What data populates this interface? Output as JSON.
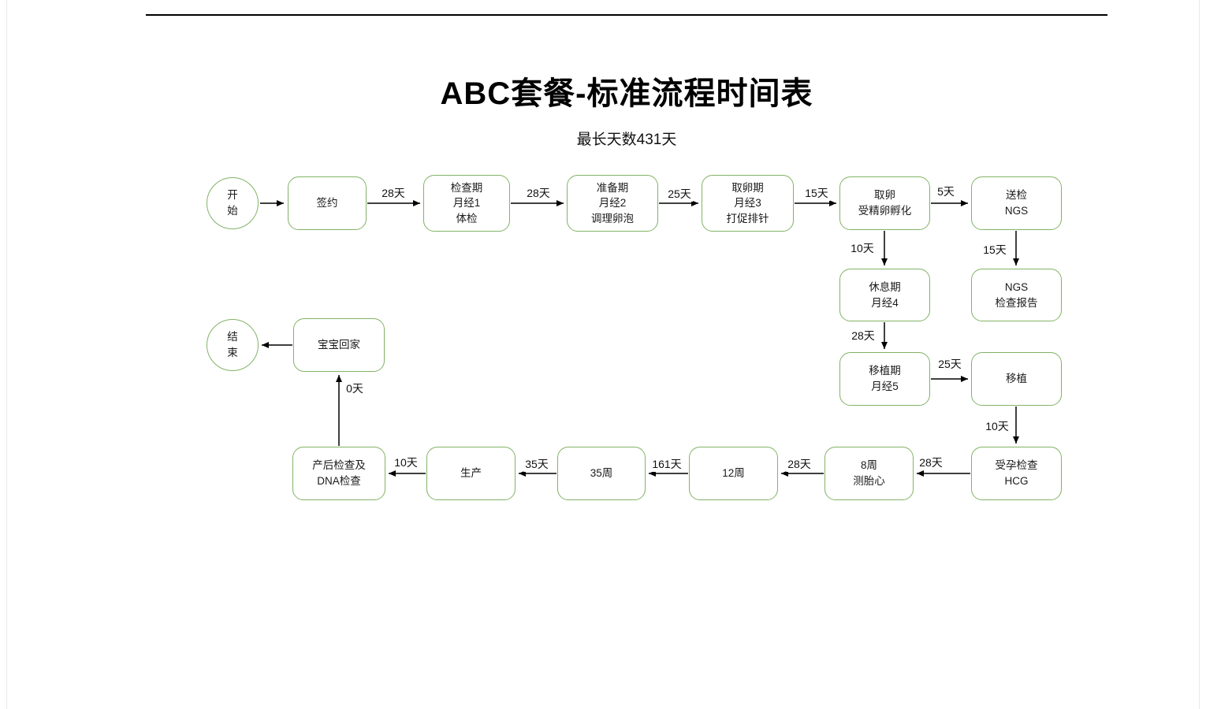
{
  "page": {
    "title": "ABC套餐-标准流程时间表",
    "subtitle": "最长天数431天"
  },
  "nodes": {
    "start": "开\n始",
    "sign": "签约",
    "checkup": "检查期\n月经1\n体检",
    "prep": "准备期\n月经2\n调理卵泡",
    "egg_period": "取卵期\n月经3\n打促排针",
    "retrieval": "取卵\n受精卵孵化",
    "ngs": "送检\nNGS",
    "rest": "休息期\n月经4",
    "ngs_report": "NGS\n检查报告",
    "transfer_period": "移植期\n月经5",
    "transfer": "移植",
    "hcg": "受孕检查\nHCG",
    "week8": "8周\n测胎心",
    "week12": "12周",
    "week35": "35周",
    "birth": "生产",
    "postpartum": "产后检查及\nDNA检查",
    "baby_home": "宝宝回家",
    "end": "结\n束"
  },
  "edge_labels": {
    "sign_check": "28天",
    "check_prep": "28天",
    "prep_egg": "25天",
    "egg_retrieval": "15天",
    "retrieval_ngs": "5天",
    "retrieval_rest": "10天",
    "ngs_report": "15天",
    "rest_transfer_period": "28天",
    "transfer_period_transfer": "25天",
    "transfer_hcg": "10天",
    "hcg_week8": "28天",
    "week8_week12": "28天",
    "week12_week35": "161天",
    "week35_birth": "35天",
    "birth_postpartum": "10天",
    "postpartum_baby_home": "0天"
  },
  "colors": {
    "node_border": "#82b366",
    "arrow": "#000000"
  }
}
